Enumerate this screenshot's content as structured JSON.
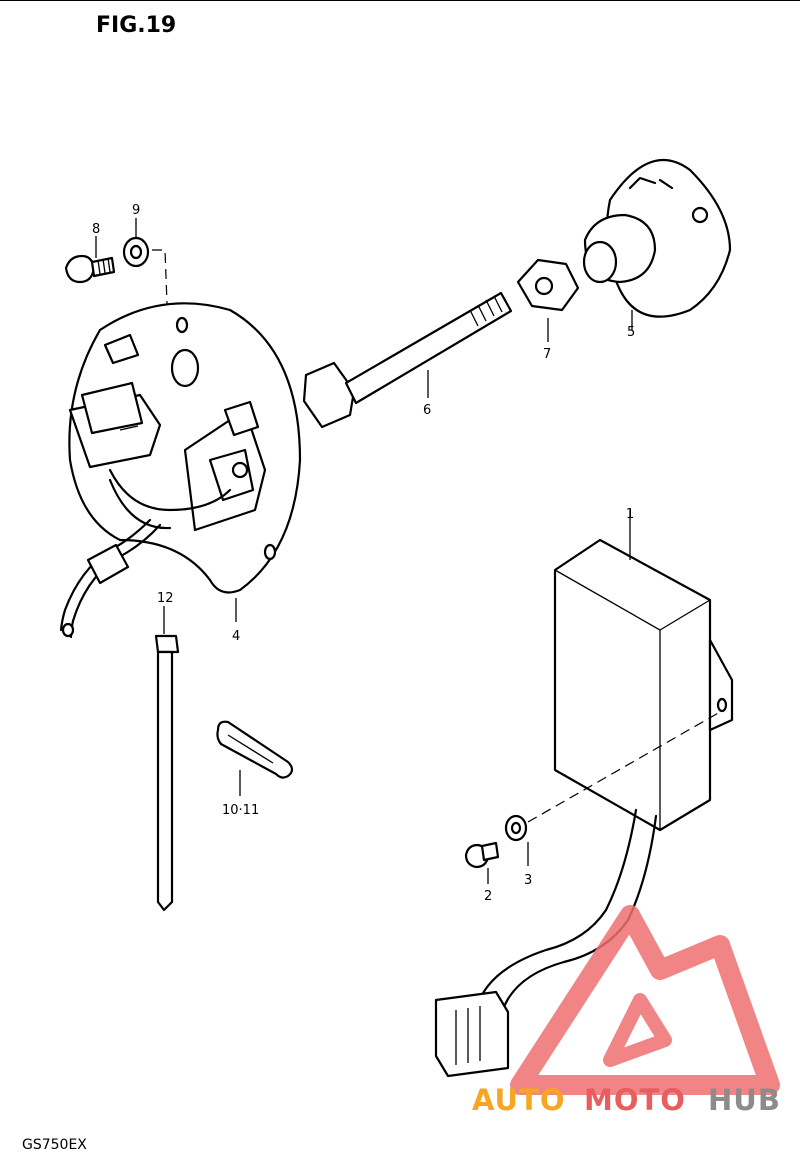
{
  "figure": {
    "title": "FIG.19",
    "model": "GS750EX"
  },
  "callouts": [
    {
      "id": "c1",
      "text": "1"
    },
    {
      "id": "c2",
      "text": "2"
    },
    {
      "id": "c3",
      "text": "3"
    },
    {
      "id": "c4",
      "text": "4"
    },
    {
      "id": "c5",
      "text": "5"
    },
    {
      "id": "c6",
      "text": "6"
    },
    {
      "id": "c7",
      "text": "7"
    },
    {
      "id": "c8",
      "text": "8"
    },
    {
      "id": "c9",
      "text": "9"
    },
    {
      "id": "c10",
      "text": "10·11"
    },
    {
      "id": "c12",
      "text": "12"
    }
  ],
  "watermark": {
    "part1": "AUTO",
    "part2": "MOTO",
    "part3": "HUB",
    "colors": {
      "orange": "#f5a623",
      "red": "#e85d5d",
      "gray": "#8c8c8c",
      "logo": "#ef6f6f"
    }
  }
}
